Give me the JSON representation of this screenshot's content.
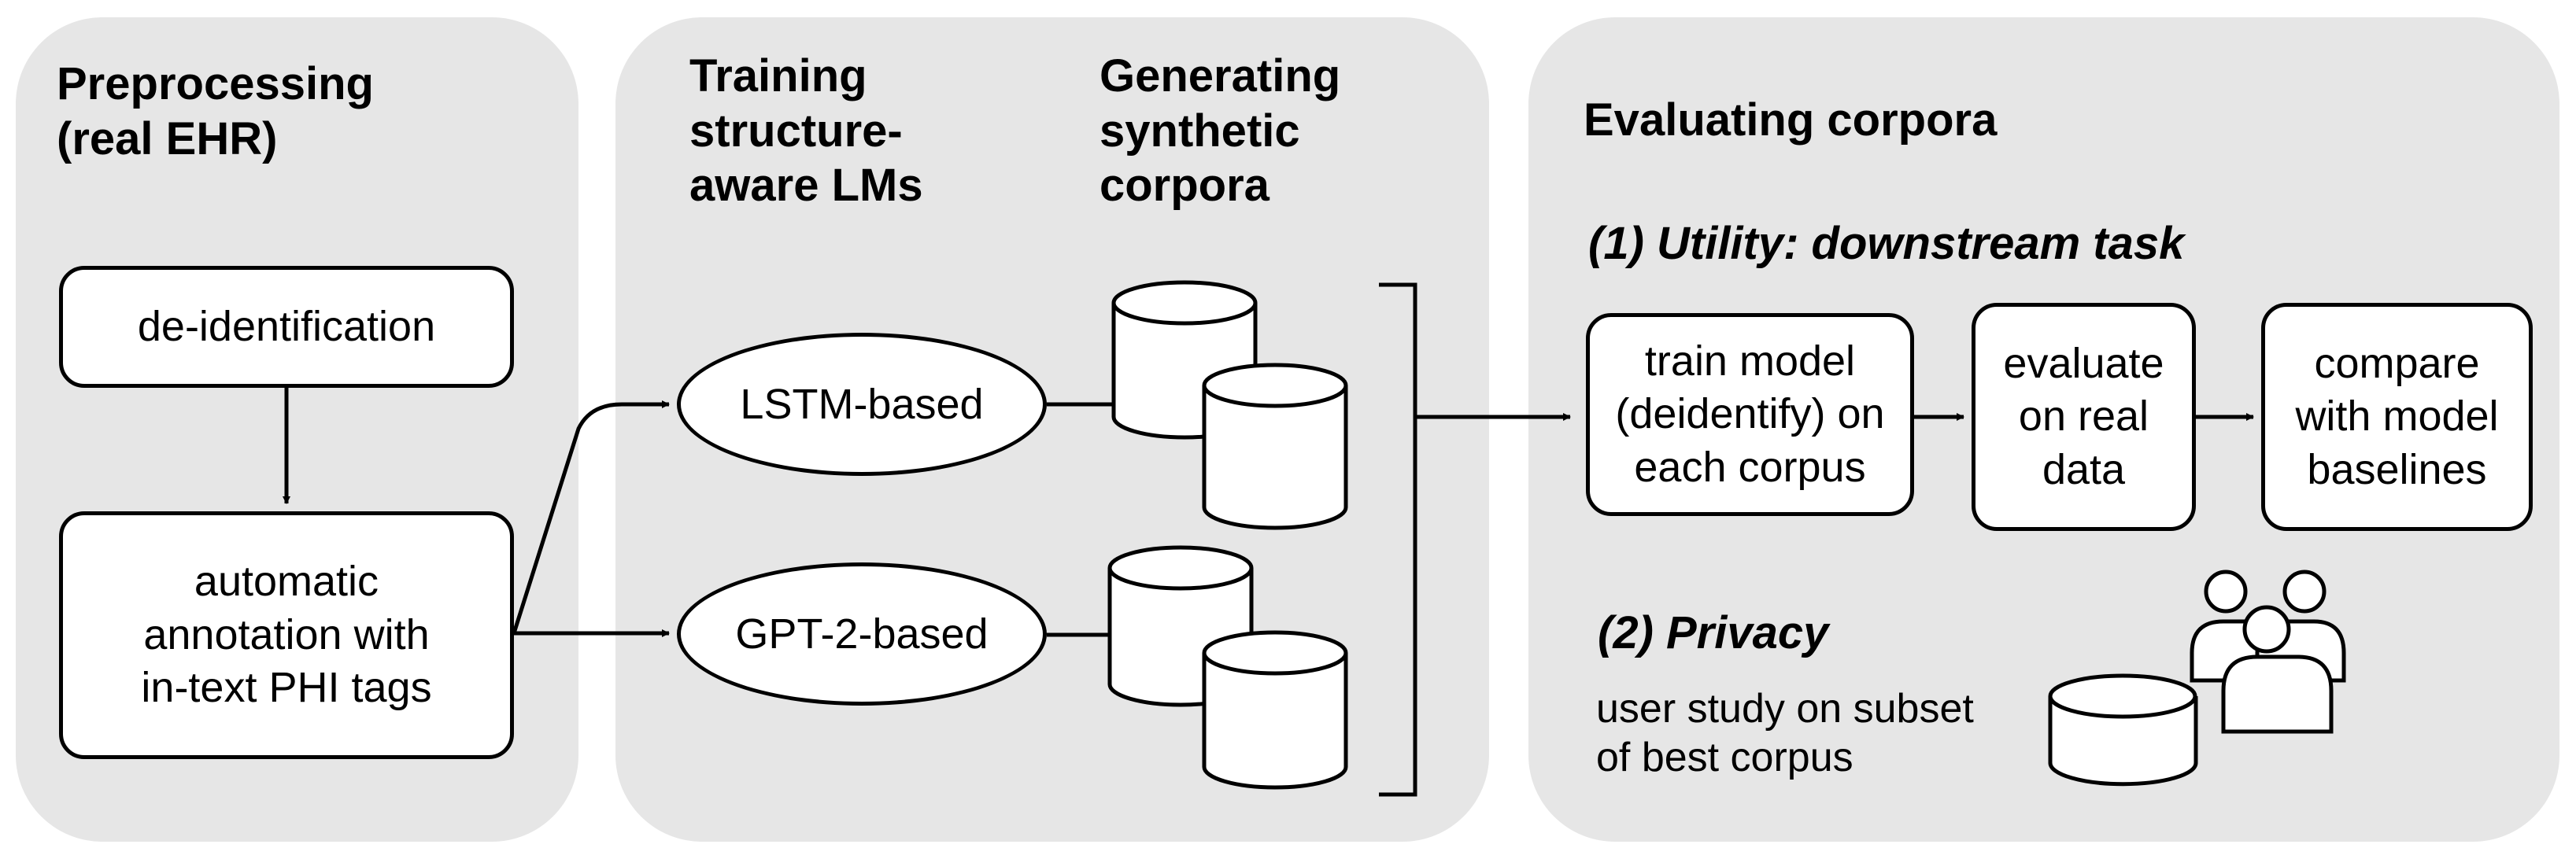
{
  "panels": {
    "preprocessing": {
      "title": "Preprocessing\n(real EHR)",
      "deid_box": "de-identification",
      "annotation_box": "automatic\nannotation with\nin-text PHI tags"
    },
    "training": {
      "title": "Training\nstructure-\naware LMs",
      "lstm": "LSTM-based",
      "gpt2": "GPT-2-based"
    },
    "generating": {
      "title": "Generating\nsynthetic\ncorpora"
    },
    "evaluating": {
      "title": "Evaluating corpora",
      "utility_heading": "(1) Utility: downstream task",
      "train_box": "train model\n(deidentify) on\neach corpus",
      "evaluate_box": "evaluate\non real\ndata",
      "compare_box": "compare\nwith model\nbaselines",
      "privacy_heading": "(2) Privacy",
      "privacy_text": "user study on subset\nof best corpus"
    }
  },
  "icons": [
    "database-icon",
    "users-icon",
    "arrow-icon",
    "bracket-icon"
  ],
  "colors": {
    "panel_bg": "#e6e6e6",
    "stroke": "#000000",
    "box_fill": "#ffffff"
  }
}
